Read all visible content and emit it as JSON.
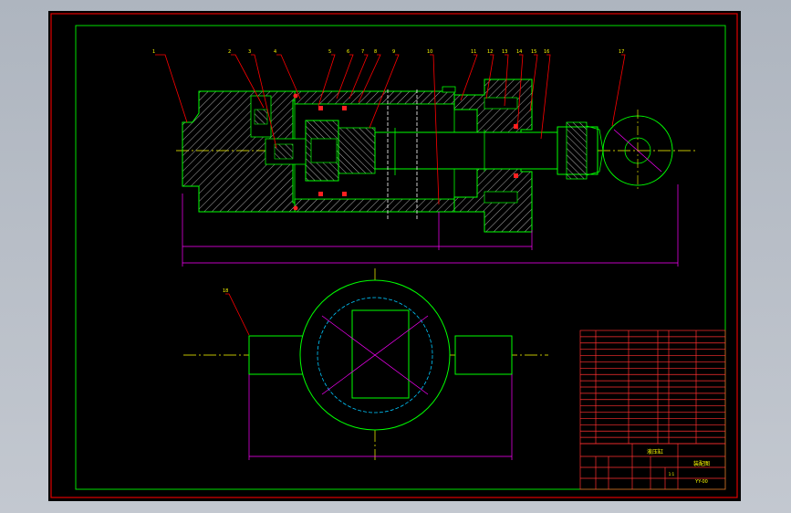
{
  "colors": {
    "background": "#000000",
    "outer_frame": "#e00000",
    "inner_frame": "#00e000",
    "part_outline": "#00ff00",
    "hatch": "#e8e8e8",
    "leader": "#ff0000",
    "centerline": "#ffff00",
    "dimension": "#ff00ff",
    "seal": "#ff2020",
    "circle_outline": "#00ff00",
    "hidden": "#00c8ff"
  },
  "balloons": [
    "1",
    "2",
    "3",
    "4",
    "5",
    "6",
    "7",
    "8",
    "9",
    "10",
    "11",
    "12",
    "13",
    "14",
    "15",
    "16",
    "17",
    "18"
  ],
  "top_view_balloon": "18",
  "title_block": {
    "title": "液压缸",
    "subtitle": "装配图",
    "scale": "1:1",
    "drawing_number": "YY-00"
  }
}
